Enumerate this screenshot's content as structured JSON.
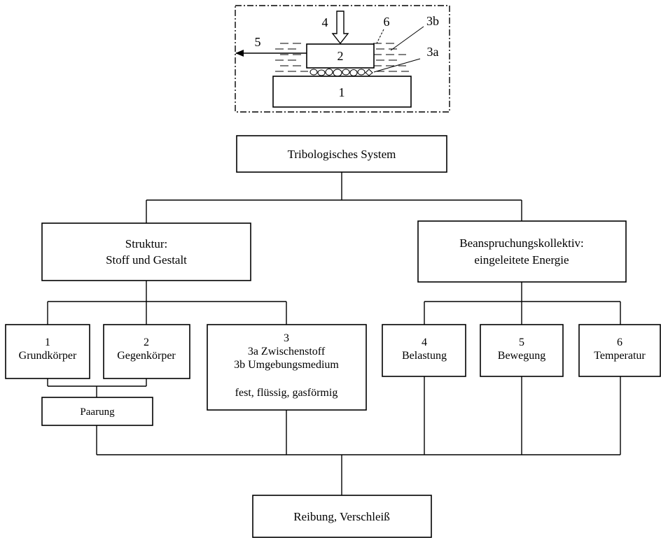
{
  "schematic": {
    "labels": {
      "body1": "1",
      "body2": "2",
      "load": "4",
      "motion": "5",
      "medium": "6",
      "ambient": "3b",
      "interlayer": "3a"
    }
  },
  "root": {
    "label": "Tribologisches System"
  },
  "structure": {
    "line1": "Struktur:",
    "line2": "Stoff und Gestalt"
  },
  "loading": {
    "line1": "Beanspruchungskollektiv:",
    "line2": "eingeleitete Energie"
  },
  "elements": {
    "base": {
      "num": "1",
      "label": "Grundkörper"
    },
    "counter": {
      "num": "2",
      "label": "Gegenkörper"
    },
    "intermediate": {
      "num": "3",
      "line1": "3a Zwischenstoff",
      "line2": "3b Umgebungsmedium",
      "line3": "fest, flüssig, gasförmig"
    }
  },
  "pairing": {
    "label": "Paarung"
  },
  "loads": {
    "load": {
      "num": "4",
      "label": "Belastung"
    },
    "motion": {
      "num": "5",
      "label": "Bewegung"
    },
    "temperature": {
      "num": "6",
      "label": "Temperatur"
    }
  },
  "result": {
    "label": "Reibung, Verschleiß"
  }
}
